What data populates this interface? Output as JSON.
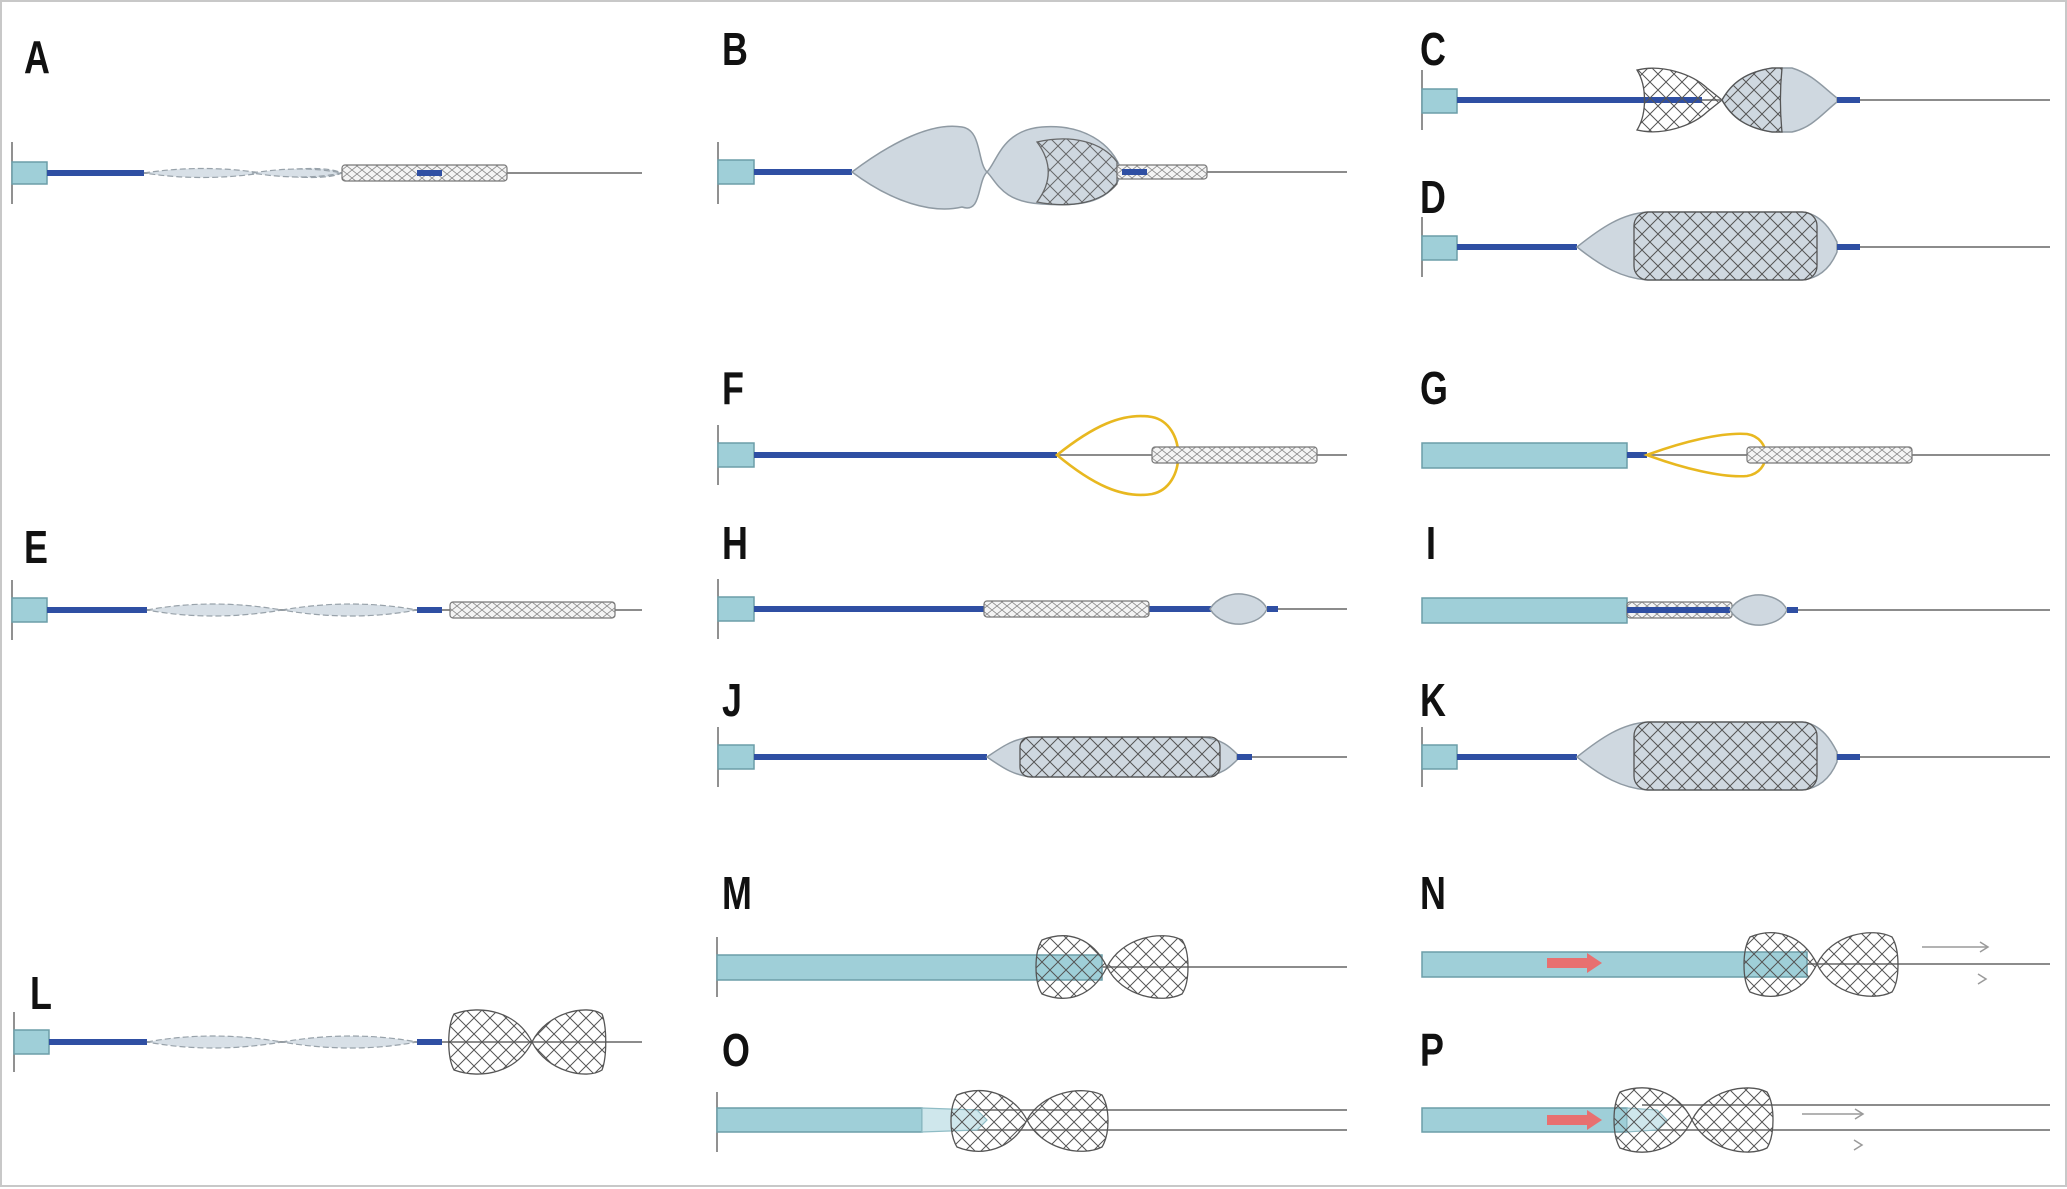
{
  "figure": {
    "panel_labels": [
      "A",
      "B",
      "C",
      "D",
      "E",
      "F",
      "G",
      "H",
      "I",
      "J",
      "K",
      "L",
      "M",
      "N",
      "O",
      "P"
    ],
    "colors": {
      "shaft": "#2f4fa3",
      "hub": "#9fcfd8",
      "balloon": "#cfd8e0",
      "snare": "#e8b820",
      "arrow": "#e87070",
      "mesh": "#555555",
      "wire": "#8c8c8c"
    }
  }
}
